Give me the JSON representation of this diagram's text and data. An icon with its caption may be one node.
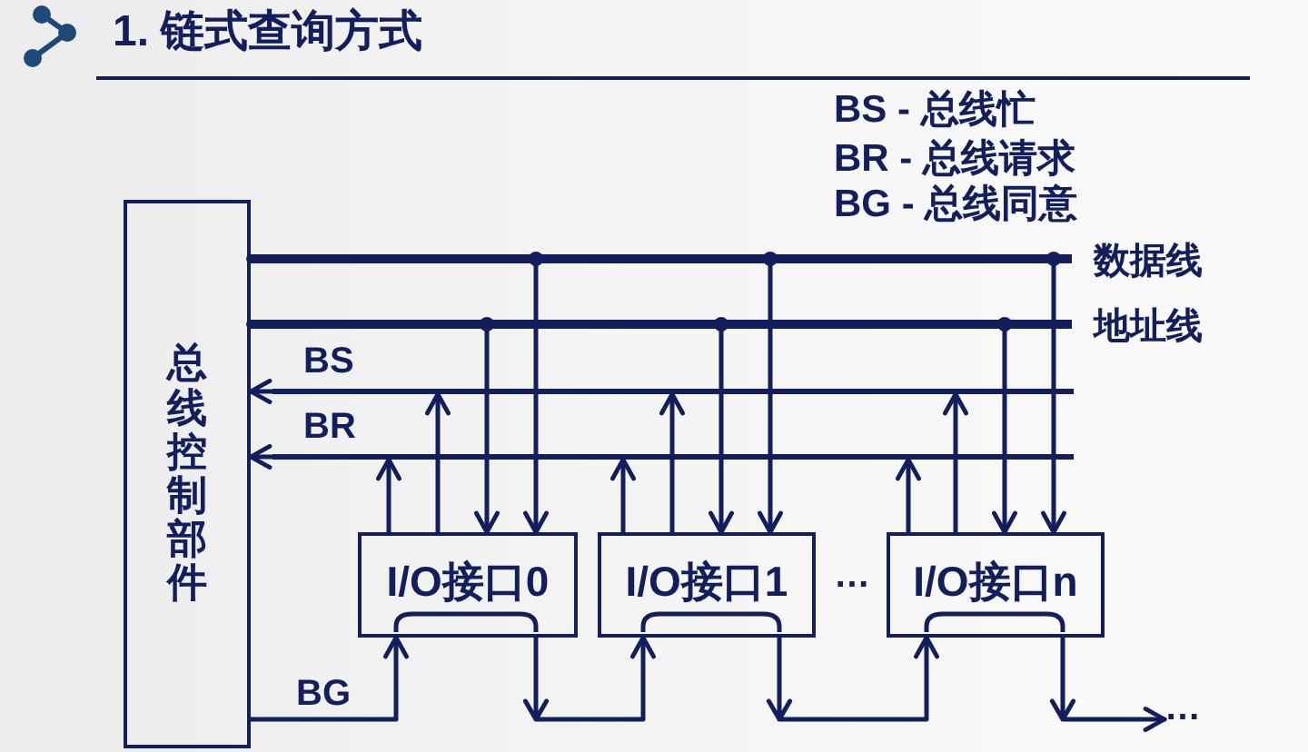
{
  "diagram": {
    "title": "1. 链式查询方式",
    "nodes": [
      {
        "text": [
          "总线控制部件"
        ]
      },
      {
        "text": [],
        "shape": "bar",
        "beside": [
          "数据线"
        ]
      },
      {
        "text": [],
        "shape": "bar",
        "beside": [
          "地址线"
        ]
      },
      {
        "text": [],
        "shape": "bar",
        "beside": [
          "BS"
        ]
      },
      {
        "text": [],
        "shape": "bar",
        "beside": [
          "BR"
        ]
      },
      {
        "text": [
          "I/O接口0"
        ]
      },
      {
        "text": [
          "I/O接口1"
        ]
      },
      {
        "text": [
          "I/O接口n"
        ]
      },
      {
        "text": [
          "…"
        ]
      }
    ],
    "edges": [
      {
        "from": 0,
        "to": 1,
        "arrow": "none",
        "style": "thick"
      },
      {
        "from": 0,
        "to": 2,
        "arrow": "none",
        "style": "thick"
      },
      {
        "from": 3,
        "to": 0,
        "arrow": "to"
      },
      {
        "from": 4,
        "to": 0,
        "arrow": "to"
      },
      {
        "from": 5,
        "to": 4,
        "arrow": "to"
      },
      {
        "from": 5,
        "to": 3,
        "arrow": "to"
      },
      {
        "from": 2,
        "to": 5,
        "arrow": "to"
      },
      {
        "from": 1,
        "to": 5,
        "arrow": "to"
      },
      {
        "from": 6,
        "to": 4,
        "arrow": "to"
      },
      {
        "from": 6,
        "to": 3,
        "arrow": "to"
      },
      {
        "from": 2,
        "to": 6,
        "arrow": "to"
      },
      {
        "from": 1,
        "to": 6,
        "arrow": "to"
      },
      {
        "from": 7,
        "to": 4,
        "arrow": "to"
      },
      {
        "from": 7,
        "to": 3,
        "arrow": "to"
      },
      {
        "from": 2,
        "to": 7,
        "arrow": "to"
      },
      {
        "from": 1,
        "to": 7,
        "arrow": "to"
      },
      {
        "from": 0,
        "to": 5,
        "arrow": "to",
        "label": "BG"
      },
      {
        "from": 5,
        "to": 6,
        "arrow": "to"
      },
      {
        "from": 6,
        "to": 7,
        "arrow": "to"
      },
      {
        "from": 7,
        "to": 8,
        "arrow": "to"
      }
    ],
    "labels": [
      "BS - 总线忙",
      "BR - 总线请求",
      "BG - 总线同意",
      "…"
    ]
  }
}
